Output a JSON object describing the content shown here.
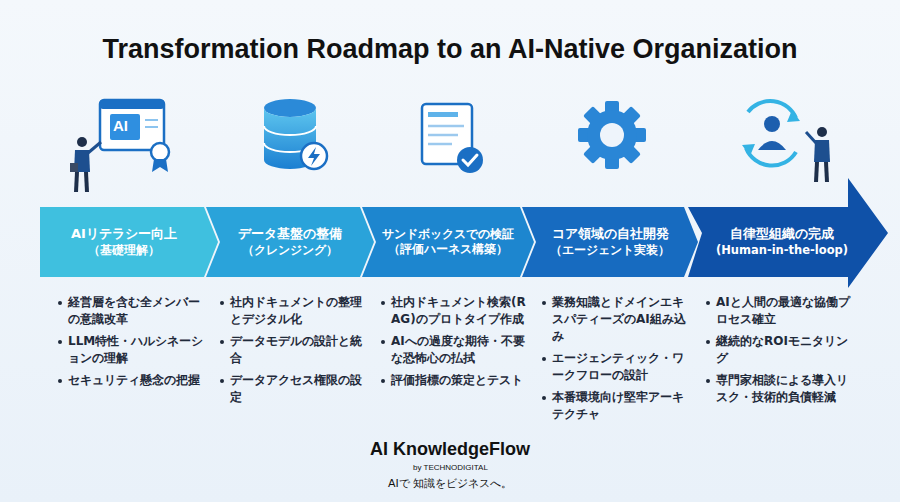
{
  "diagram": {
    "title": "Transformation Roadmap to an AI-Native Organization",
    "nodes": [
      {
        "text": [
          "AIリテラシー向上",
          "（基礎理解）"
        ]
      },
      {
        "text": [
          "データ基盤の整備",
          "（クレンジング）"
        ]
      },
      {
        "text": [
          "サンドボックスでの検証",
          "（評価ハーネス構築）"
        ]
      },
      {
        "text": [
          "コア領域の自社開発",
          "（エージェント実装）"
        ]
      },
      {
        "text": [
          "自律型組織の完成",
          "(Human-in-the-loop)"
        ]
      }
    ],
    "labels": [
      "AI",
      "経営層を含む全メンバーの意識改革",
      "LLM特性・ハルシネーションの理解",
      "セキュリティ懸念の把握",
      "社内ドキュメントの整理とデジタル化",
      "データモデルの設計と統合",
      "データアクセス権限の設定",
      "社内ドキュメント検索(RAG)のプロトタイプ作成",
      "AIへの過度な期待・不要な恐怖心の払拭",
      "評価指標の策定とテスト",
      "業務知識とドメインエキスパティーズのAI組み込み",
      "エージェンティック・ワークフローの設計",
      "本番環境向け堅牢アーキテクチャ",
      "AIと人間の最適な協働プロセス確立",
      "継続的なROIモニタリング",
      "専門家相談による導入リスク・技術的負債軽減",
      "AI KnowledgeFlow",
      "by TECHNODIGITAL",
      "AIで 知識をビジネスへ。"
    ]
  }
}
